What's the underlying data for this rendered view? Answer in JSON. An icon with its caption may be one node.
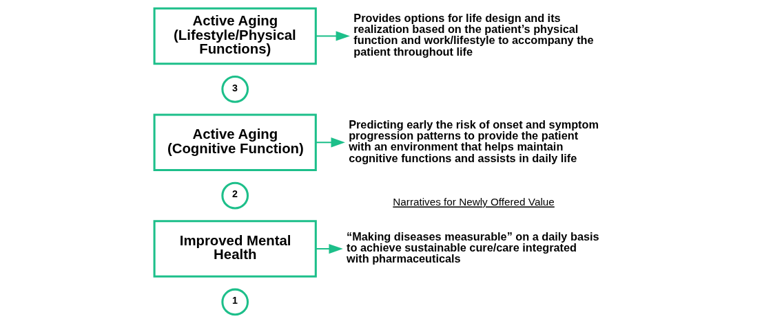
{
  "diagram": {
    "nodes": [
      {
        "text": [
          "1"
        ]
      },
      {
        "text": [
          "Improved Mental Health"
        ]
      },
      {
        "text": [
          "“Making diseases measurable” on a daily basis to achieve sustainable cure/care integrated with pharmaceuticals"
        ]
      },
      {
        "text": [
          "2"
        ]
      },
      {
        "text": [
          "Active Aging (Cognitive Function)"
        ]
      },
      {
        "text": [
          "Predicting early the risk of onset and symptom progression patterns to provide the patient with an environment that helps maintain cognitive functions and assists in daily life"
        ]
      },
      {
        "text": [
          "3"
        ]
      },
      {
        "text": [
          "Active Aging (Lifestyle/Physical Functions)"
        ]
      },
      {
        "text": [
          "Provides options for life design and its realization based on the patient’s physical function and work/lifestyle to accompany the patient throughout life"
        ]
      }
    ],
    "edges": [
      {
        "from": 1,
        "to": 2,
        "arrow": "to"
      },
      {
        "from": 4,
        "to": 5,
        "arrow": "to"
      },
      {
        "from": 7,
        "to": 8,
        "arrow": "to"
      }
    ],
    "labels": [
      "Narratives for Newly Offered Value"
    ]
  }
}
